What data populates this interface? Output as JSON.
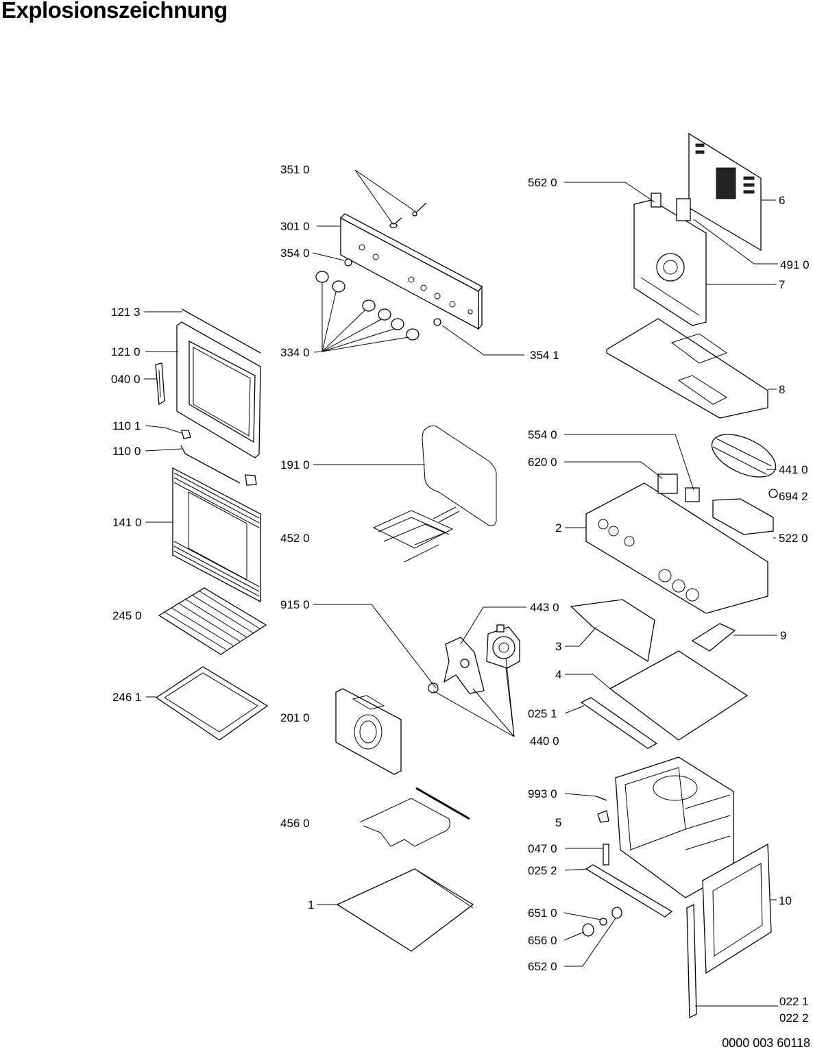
{
  "title": "Explosionszeichnung",
  "doc_number": "0000 003 60118",
  "labels": {
    "l3510": "351 0",
    "l3010": "301 0",
    "l3540": "354 0",
    "l3340": "334 0",
    "l3541": "354 1",
    "l1213": "121 3",
    "l1210": "121 0",
    "l0400": "040 0",
    "l1101": "110 1",
    "l1100": "110 0",
    "l1410": "141 0",
    "l2450": "245 0",
    "l2461": "246 1",
    "l1910": "191 0",
    "l4520": "452 0",
    "l9150": "915 0",
    "l4430": "443 0",
    "l2010": "201 0",
    "l4400": "440 0",
    "l4560": "456 0",
    "l1": "1",
    "l5620": "562 0",
    "l6": "6",
    "l4910": "491 0",
    "l7": "7",
    "l8": "8",
    "l5540": "554 0",
    "l6200": "620 0",
    "l4410": "441 0",
    "l6942": "694 2",
    "l2": "2",
    "l5220": "522 0",
    "l3": "3",
    "l9": "9",
    "l4": "4",
    "l0251": "025 1",
    "l9930": "993 0",
    "l5": "5",
    "l0470": "047 0",
    "l0252": "025 2",
    "l10": "10",
    "l6510": "651 0",
    "l6560": "656 0",
    "l6520": "652 0",
    "l0221": "022 1",
    "l0222": "022 2"
  }
}
